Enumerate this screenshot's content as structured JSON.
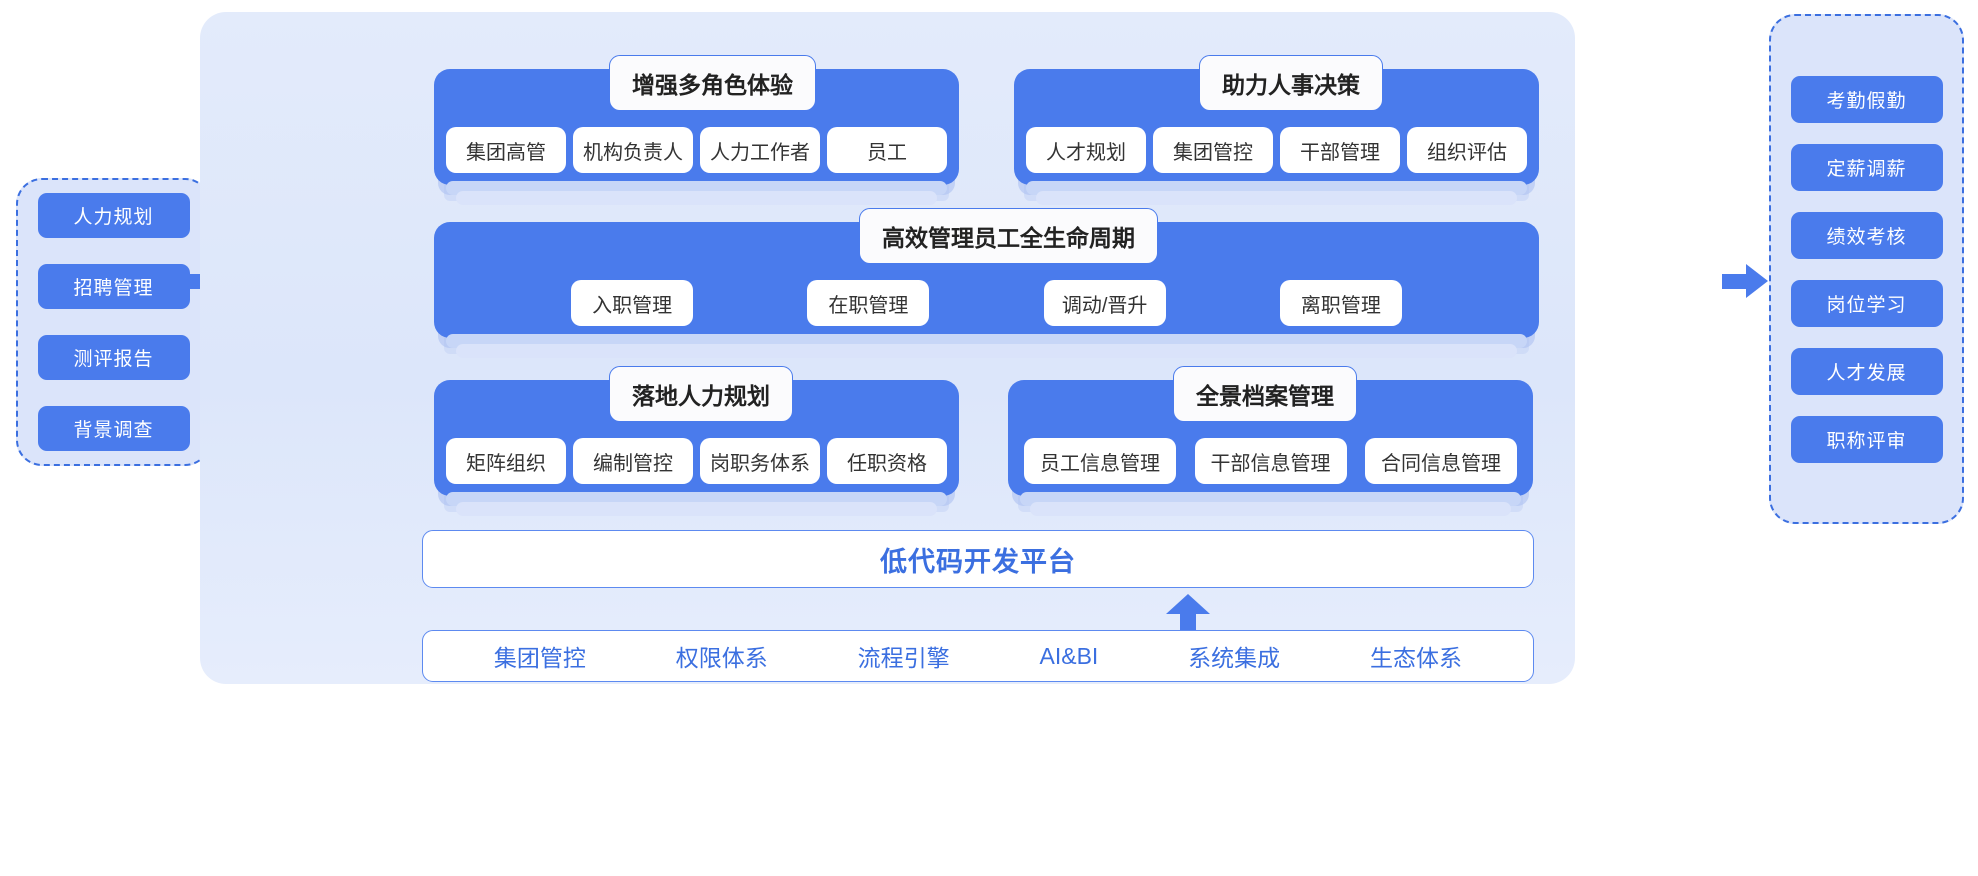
{
  "colors": {
    "accent_blue": "#4a7bec",
    "deep_blue": "#3b6fe0",
    "panel_bg": "#dbe4fa",
    "container_bg": "#e3ebfb",
    "chip_text": "#ffffff",
    "pill_text": "#333333"
  },
  "left_panel": {
    "items": [
      {
        "label": "人力规划"
      },
      {
        "label": "招聘管理"
      },
      {
        "label": "测评报告"
      },
      {
        "label": "背景调查"
      }
    ]
  },
  "right_panel": {
    "items": [
      {
        "label": "考勤假勤"
      },
      {
        "label": "定薪调薪"
      },
      {
        "label": "绩效考核"
      },
      {
        "label": "岗位学习"
      },
      {
        "label": "人才发展"
      },
      {
        "label": "职称评审"
      }
    ]
  },
  "modules": {
    "roles": {
      "title": "增强多角色体验",
      "pills": [
        "集团高管",
        "机构负责人",
        "人力工作者",
        "员工"
      ]
    },
    "decision": {
      "title": "助力人事决策",
      "pills": [
        "人才规划",
        "集团管控",
        "干部管理",
        "组织评估"
      ]
    },
    "lifecycle": {
      "title": "高效管理员工全生命周期",
      "pills": [
        "入职管理",
        "在职管理",
        "调动/晋升",
        "离职管理"
      ]
    },
    "hrplan": {
      "title": "落地人力规划",
      "pills": [
        "矩阵组织",
        "编制管控",
        "岗职务体系",
        "任职资格"
      ]
    },
    "archive": {
      "title": "全景档案管理",
      "pills": [
        "员工信息管理",
        "干部信息管理",
        "合同信息管理"
      ]
    }
  },
  "lowcode_bar": {
    "label": "低代码开发平台"
  },
  "foundation_bar": {
    "items": [
      "集团管控",
      "权限体系",
      "流程引擎",
      "AI&BI",
      "系统集成",
      "生态体系"
    ]
  },
  "icons": {
    "arrow_left_in": "arrow-right-icon",
    "arrow_right_out": "arrow-right-icon",
    "arrow_up": "arrow-up-icon"
  }
}
